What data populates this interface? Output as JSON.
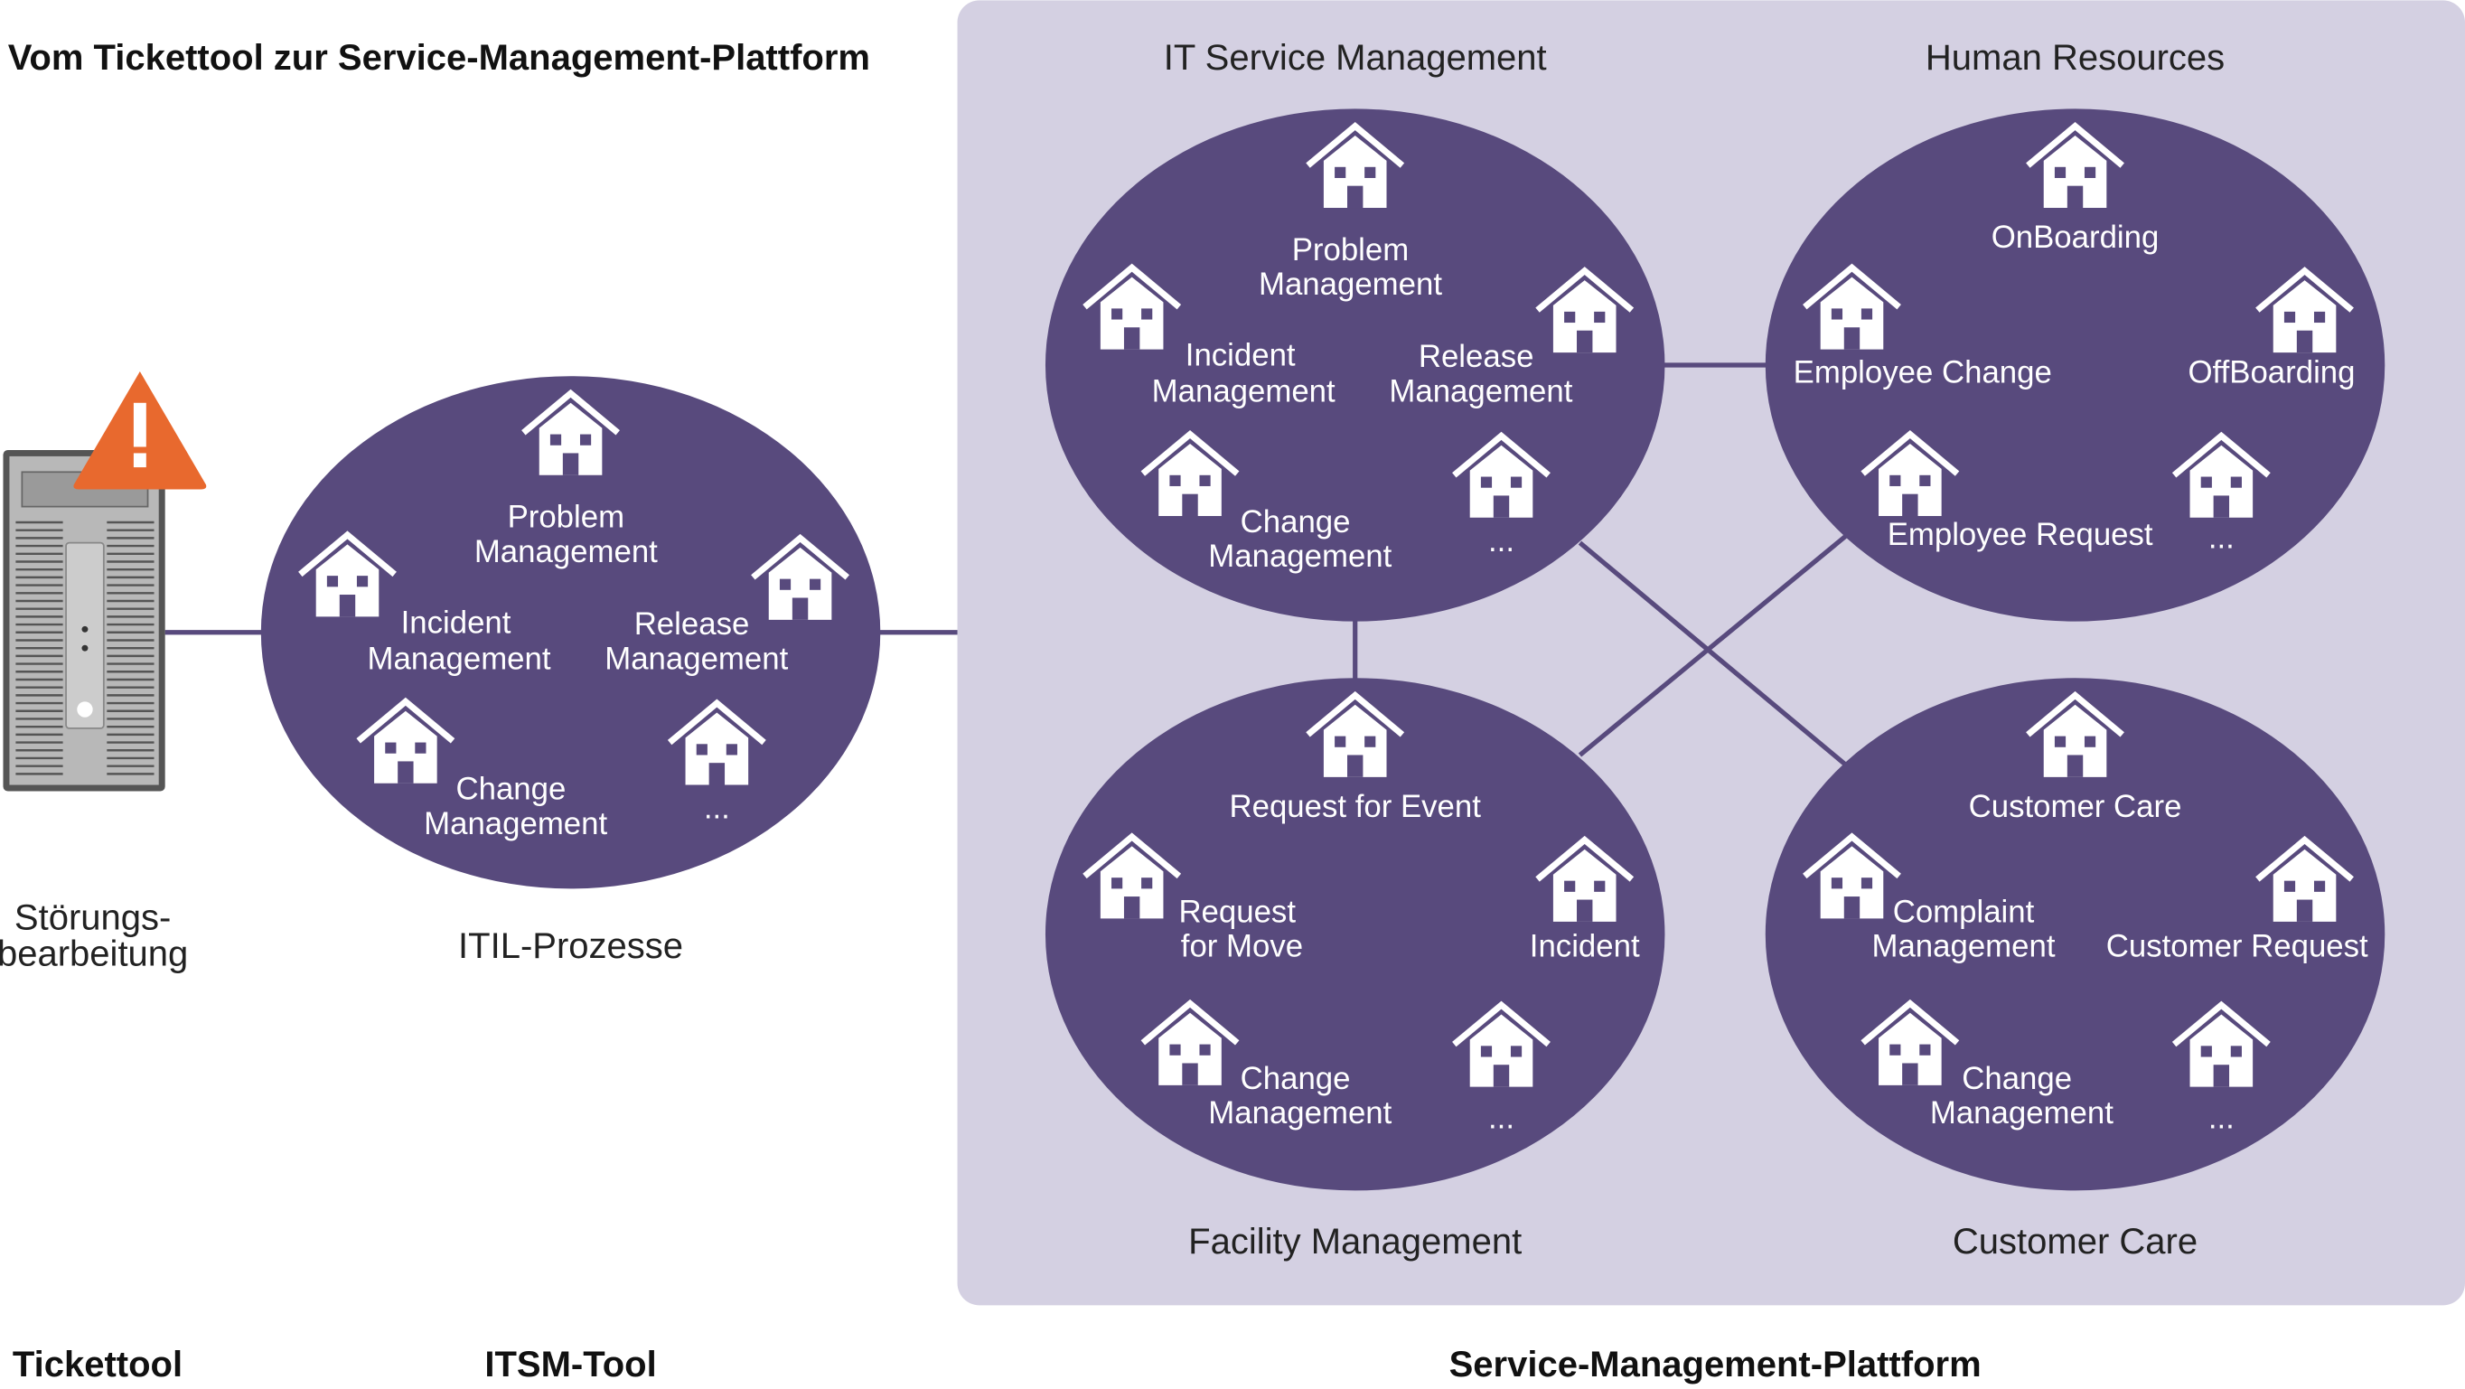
{
  "title": "Vom Tickettool zur Service-Management-Plattform",
  "colors": {
    "ellipse": "#584a7d",
    "platform_bg": "#d4d0e2",
    "warning": "#e8692e",
    "connector": "#584a7d"
  },
  "ticket_tool": {
    "caption_lines": [
      "Störungs-",
      "bearbeitung"
    ],
    "footer": "Tickettool",
    "icon": "server-tower-with-warning-icon"
  },
  "itsm_tool": {
    "caption": "ITIL-Prozesse",
    "footer": "ITSM-Tool"
  },
  "platform": {
    "footer": "Service-Management-Plattform"
  },
  "clusters": [
    {
      "label": "ITIL-Prozesse",
      "nodes": [
        {
          "lines": [
            "Problem",
            "Management"
          ]
        },
        {
          "lines": [
            "Incident",
            "Management"
          ]
        },
        {
          "lines": [
            "Release",
            "Management"
          ]
        },
        {
          "lines": [
            "Change",
            "Management"
          ]
        },
        {
          "lines": [
            "..."
          ]
        }
      ]
    },
    {
      "label": "IT Service Management",
      "nodes": [
        {
          "lines": [
            "Problem",
            "Management"
          ]
        },
        {
          "lines": [
            "Incident",
            "Management"
          ]
        },
        {
          "lines": [
            "Release",
            "Management"
          ]
        },
        {
          "lines": [
            "Change",
            "Management"
          ]
        },
        {
          "lines": [
            "..."
          ]
        }
      ]
    },
    {
      "label": "Human Resources",
      "nodes": [
        {
          "lines": [
            "OnBoarding"
          ]
        },
        {
          "lines": [
            "Employee Change"
          ]
        },
        {
          "lines": [
            "OffBoarding"
          ]
        },
        {
          "lines": [
            "Employee Request"
          ]
        },
        {
          "lines": [
            "..."
          ]
        }
      ]
    },
    {
      "label": "Facility Management",
      "nodes": [
        {
          "lines": [
            "Request for Event"
          ]
        },
        {
          "lines": [
            "Request",
            "for Move"
          ]
        },
        {
          "lines": [
            "Incident"
          ]
        },
        {
          "lines": [
            "Change",
            "Management"
          ]
        },
        {
          "lines": [
            "..."
          ]
        }
      ]
    },
    {
      "label": "Customer Care",
      "nodes": [
        {
          "lines": [
            "Customer Care"
          ]
        },
        {
          "lines": [
            "Complaint",
            "Management"
          ]
        },
        {
          "lines": [
            "Customer Request"
          ]
        },
        {
          "lines": [
            "Change",
            "Management"
          ]
        },
        {
          "lines": [
            "..."
          ]
        }
      ]
    }
  ]
}
